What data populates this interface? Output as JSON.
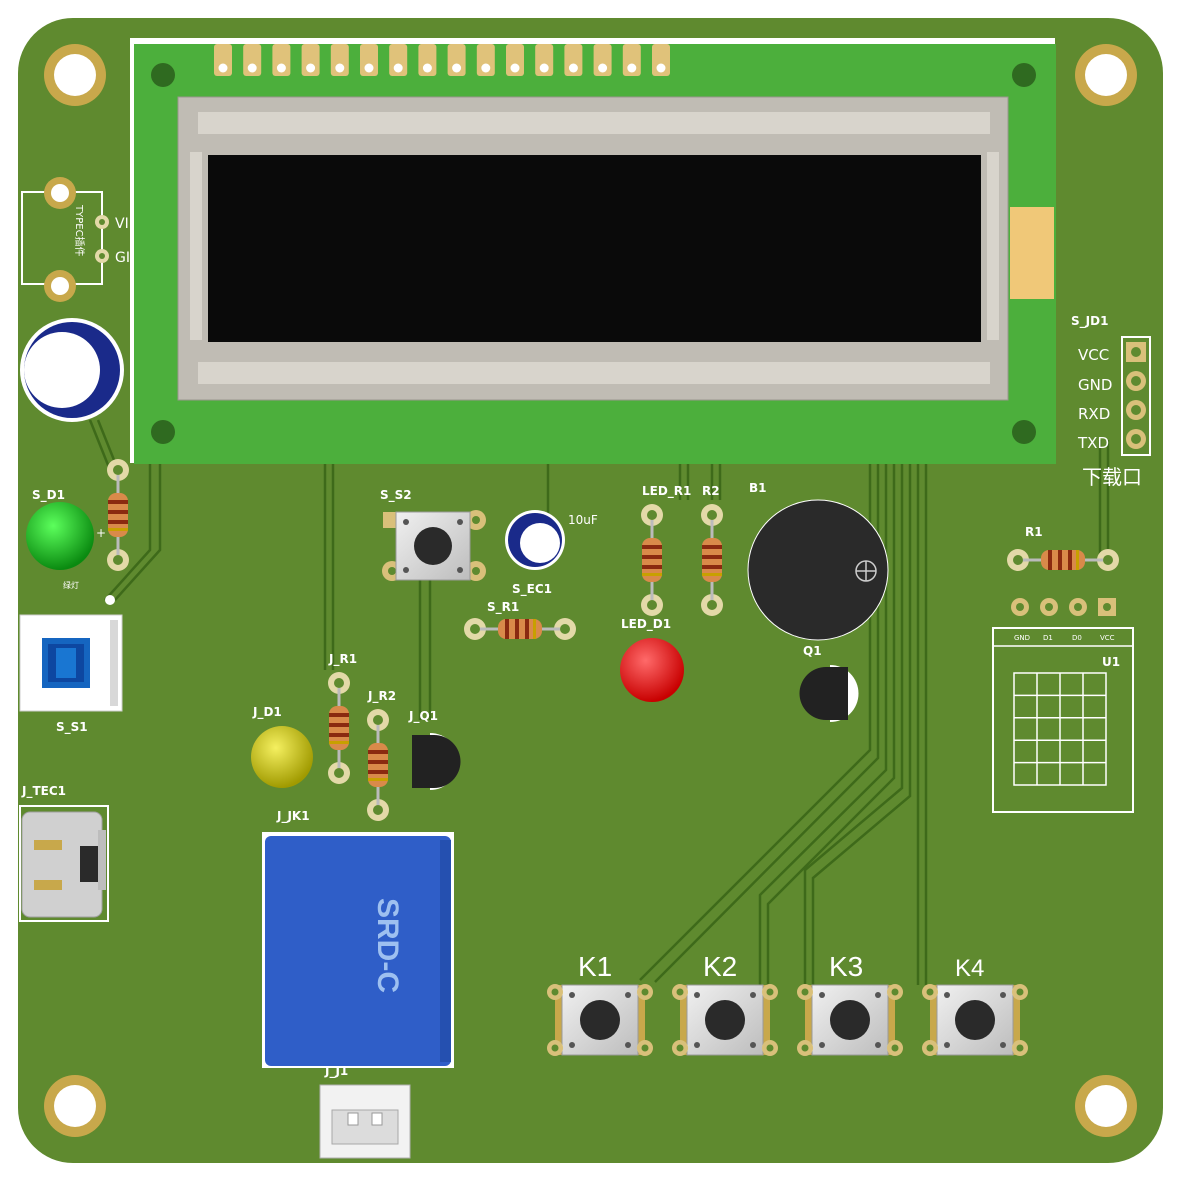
{
  "board": {
    "colors": {
      "pcb": "#5f8a2f",
      "trace": "#3e6a1a",
      "pad": "#c8a84b",
      "lcd_green": "#4caf3c",
      "relay_blue": "#2f5ec8"
    }
  },
  "labels": {
    "s_d1": "S_D1",
    "s_d1_note": "绿灯",
    "s_s1": "S_S1",
    "s_s2": "S_S2",
    "s_ec1": "S_EC1",
    "cap_value": "10uF",
    "s_r1": "S_R1",
    "led_r1": "LED_R1",
    "r2": "R2",
    "led_d1": "LED_D1",
    "b1": "B1",
    "q1": "Q1",
    "j_r1": "J_R1",
    "j_r2": "J_R2",
    "j_d1": "J_D1",
    "j_q1": "J_Q1",
    "j_tec1": "J_TEC1",
    "j_jk1": "J_JK1",
    "j_j1": "J_J1",
    "s_jd1": "S_JD1",
    "vcc": "VCC",
    "gnd": "GND",
    "rxd": "RXD",
    "txd": "TXD",
    "download_port": "下载口",
    "r1": "R1",
    "u1": "U1",
    "u1_gnd": "GND",
    "u1_d1": "D1",
    "u1_d0": "D0",
    "u1_vcc": "VCC",
    "typec_plugin": "TYPEC插件",
    "vi": "VI",
    "gi": "GI",
    "relay_text": "SRD-C",
    "plus": "+",
    "k1": "K1",
    "k2": "K2",
    "k3": "K3",
    "k4": "K4"
  }
}
